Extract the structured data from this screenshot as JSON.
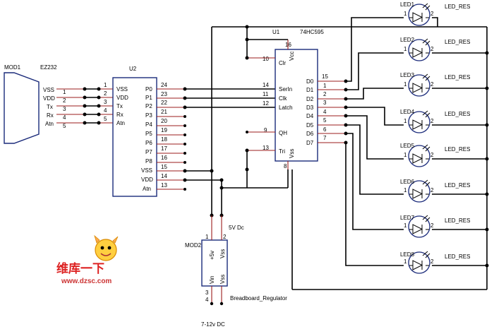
{
  "mod1": {
    "ref": "MOD1",
    "value": "EZ232",
    "pins": [
      {
        "num": "1",
        "name": "VSS"
      },
      {
        "num": "2",
        "name": "VDD"
      },
      {
        "num": "3",
        "name": "Tx"
      },
      {
        "num": "4",
        "name": "Rx"
      },
      {
        "num": "5",
        "name": "Atn"
      }
    ]
  },
  "u2": {
    "ref": "U2",
    "left_pins": [
      {
        "num": "1",
        "name": "VSS"
      },
      {
        "num": "2",
        "name": "VDD"
      },
      {
        "num": "3",
        "name": "Tx"
      },
      {
        "num": "4",
        "name": "Rx"
      },
      {
        "num": "5",
        "name": "Atn"
      }
    ],
    "right_pins": [
      {
        "num": "24",
        "name": "P0"
      },
      {
        "num": "23",
        "name": "P1"
      },
      {
        "num": "22",
        "name": "P2"
      },
      {
        "num": "21",
        "name": "P3"
      },
      {
        "num": "20",
        "name": "P4"
      },
      {
        "num": "19",
        "name": "P5"
      },
      {
        "num": "18",
        "name": "P6"
      },
      {
        "num": "17",
        "name": "P7"
      },
      {
        "num": "16",
        "name": "P8"
      },
      {
        "num": "15",
        "name": "VSS"
      },
      {
        "num": "14",
        "name": "VDD"
      },
      {
        "num": "13",
        "name": "Atn"
      }
    ]
  },
  "u1": {
    "ref": "U1",
    "value": "74HC595",
    "top": {
      "num": "16",
      "name": "Vcc"
    },
    "bottom": {
      "num": "8",
      "name": "Vss"
    },
    "left_pins": [
      {
        "num": "10",
        "name": "Clr"
      },
      {
        "num": "14",
        "name": "SerIn"
      },
      {
        "num": "11",
        "name": "Clk"
      },
      {
        "num": "12",
        "name": "Latch"
      },
      {
        "num": "9",
        "name": "QH"
      },
      {
        "num": "13",
        "name": "Tri"
      }
    ],
    "right_pins": [
      {
        "num": "15",
        "name": "D0"
      },
      {
        "num": "1",
        "name": "D1"
      },
      {
        "num": "2",
        "name": "D2"
      },
      {
        "num": "3",
        "name": "D3"
      },
      {
        "num": "4",
        "name": "D4"
      },
      {
        "num": "5",
        "name": "D5"
      },
      {
        "num": "6",
        "name": "D6"
      },
      {
        "num": "7",
        "name": "D7"
      }
    ]
  },
  "leds": [
    {
      "ref": "LED1",
      "value": "LED_RES"
    },
    {
      "ref": "LED2",
      "value": "LED_RES"
    },
    {
      "ref": "LED3",
      "value": "LED_RES"
    },
    {
      "ref": "LED4",
      "value": "LED_RES"
    },
    {
      "ref": "LED5",
      "value": "LED_RES"
    },
    {
      "ref": "LED6",
      "value": "LED_RES"
    },
    {
      "ref": "LED7",
      "value": "LED_RES"
    },
    {
      "ref": "LED8",
      "value": "LED_RES"
    }
  ],
  "led_pin_left": "1",
  "led_pin_right": "2",
  "mod2": {
    "ref": "MOD2",
    "value": "Breadboard_Regulator",
    "pins": [
      {
        "num": "1",
        "name": "+5v"
      },
      {
        "num": "2",
        "name": "Vss"
      },
      {
        "num": "3",
        "name": "Vin"
      },
      {
        "num": "4",
        "name": "Vss"
      }
    ]
  },
  "labels": {
    "five_v": "5V Dc",
    "supply": "7-12v DC"
  },
  "watermark": {
    "text_cn": "维库一下",
    "url": "www.dzsc.com"
  }
}
